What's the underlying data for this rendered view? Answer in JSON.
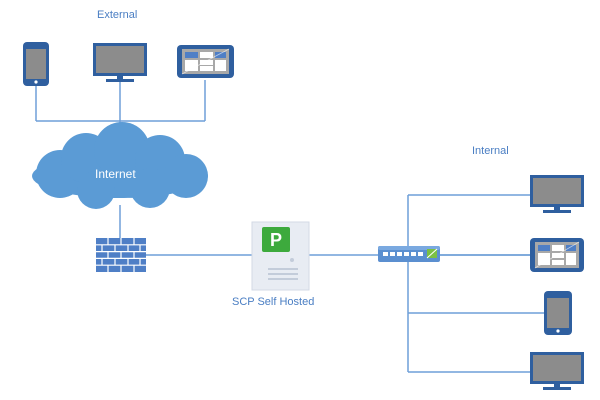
{
  "labels": {
    "external": "External",
    "internal": "Internal",
    "internet": "Internet",
    "server": "SCP Self Hosted",
    "server_logo": "P"
  },
  "icons": {
    "cloud": "cloud-icon",
    "firewall": "firewall-icon",
    "server": "server-icon",
    "switch": "network-switch-icon",
    "phone": "smartphone-icon",
    "monitor": "monitor-icon",
    "tablet": "tablet-icon"
  },
  "colors": {
    "line": "#6f9fd8",
    "cloud": "#5b9bd5",
    "firewall": "#4f7fc6",
    "device_frame": "#2f5f9f",
    "device_screen": "#8c8c8c",
    "server_body": "#e8ecf3",
    "server_logo": "#3daa3d",
    "label": "#4a7ec3"
  }
}
